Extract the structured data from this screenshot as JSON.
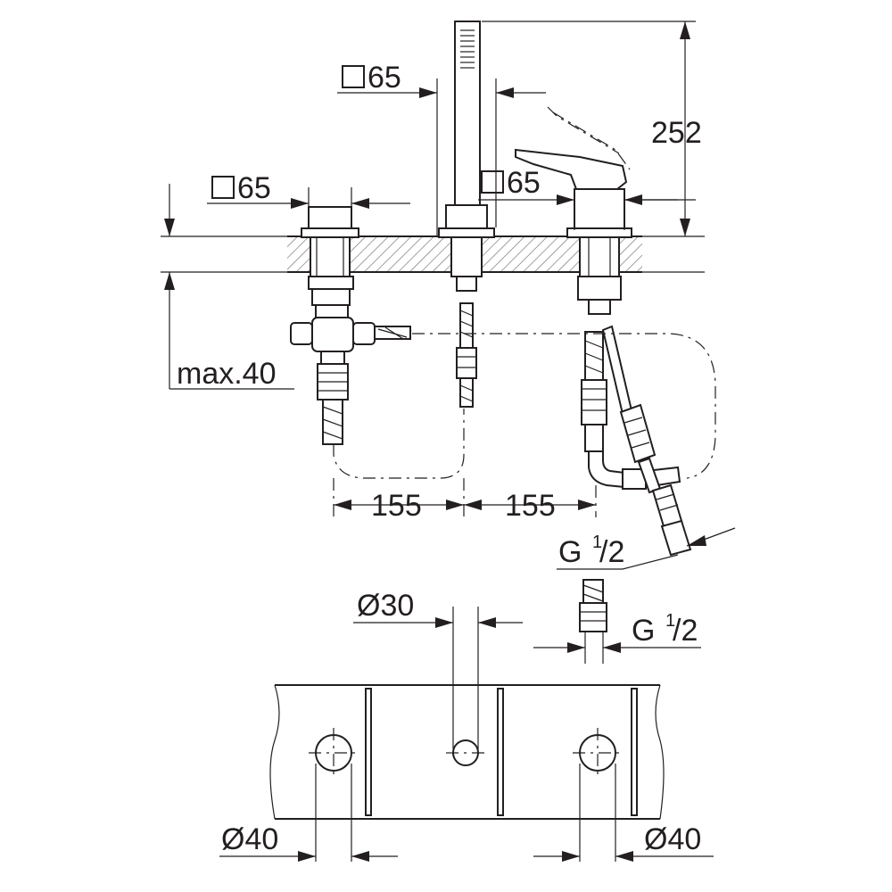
{
  "dimensions": {
    "square_top": "65",
    "square_mid": "65",
    "square_left": "65",
    "height_total": "252",
    "max_depth": "max.40",
    "spacing_left": "155",
    "spacing_right": "155",
    "thread_top": "G",
    "thread_top_sup": "1",
    "thread_top_sub": "/2",
    "thread_bottom": "G",
    "thread_bottom_sup": "1",
    "thread_bottom_sub": "/2",
    "hole_center": "Ø30",
    "hole_left": "Ø40",
    "hole_right": "Ø40"
  }
}
